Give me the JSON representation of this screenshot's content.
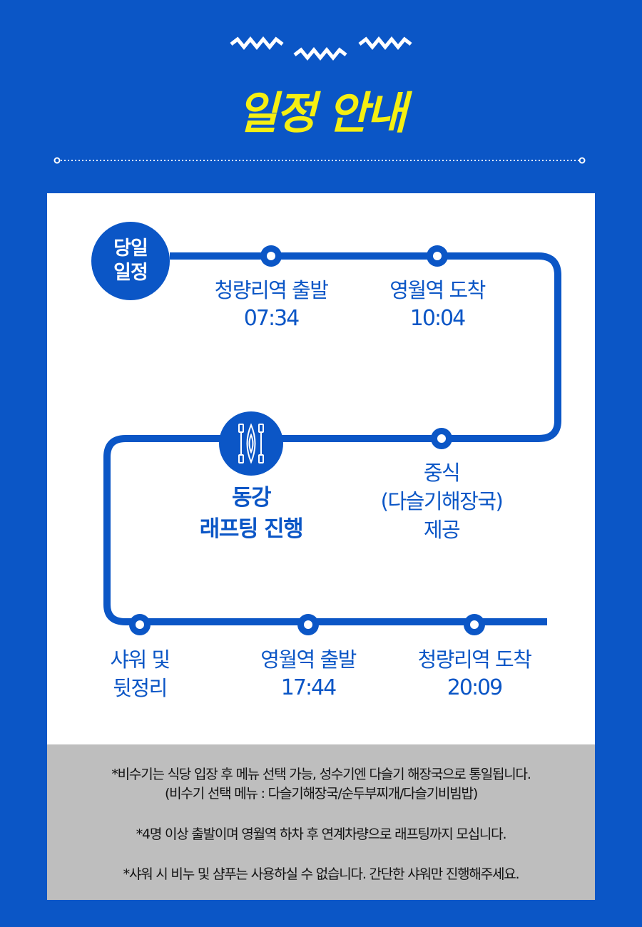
{
  "header": {
    "title": "일정 안내"
  },
  "badge": {
    "line1": "당일",
    "line2": "일정"
  },
  "stops": {
    "s1": {
      "name": "청량리역 출발",
      "time": "07:34"
    },
    "s2": {
      "name": "영월역 도착",
      "time": "10:04"
    },
    "s3": {
      "line1": "중식",
      "line2": "(다슬기해장국)",
      "line3": "제공"
    },
    "s4": {
      "line1": "동강",
      "line2": "래프팅 진행",
      "icon": "kayak-paddle-icon"
    },
    "s5": {
      "line1": "샤워 및",
      "line2": "뒷정리"
    },
    "s6": {
      "name": "영월역 출발",
      "time": "17:44"
    },
    "s7": {
      "name": "청량리역 도착",
      "time": "20:09"
    }
  },
  "notes": {
    "n1": "*비수기는 식당 입장 후 메뉴 선택 가능, 성수기엔 다슬기 해장국으로 통일됩니다.",
    "n2": "(비수기 선택 메뉴 : 다슬기해장국/순두부찌개/다슬기비빔밥)",
    "n3": "*4명 이상 출발이며 영월역 하차 후 연계차량으로 래프팅까지 모십니다.",
    "n4": "*샤워 시 비누 및 샴푸는 사용하실 수 없습니다. 간단한 샤워만 진행해주세요."
  },
  "colors": {
    "background": "#0b56c6",
    "title": "#f5ef12",
    "card": "#ffffff",
    "notes_bg": "#bebebe"
  }
}
